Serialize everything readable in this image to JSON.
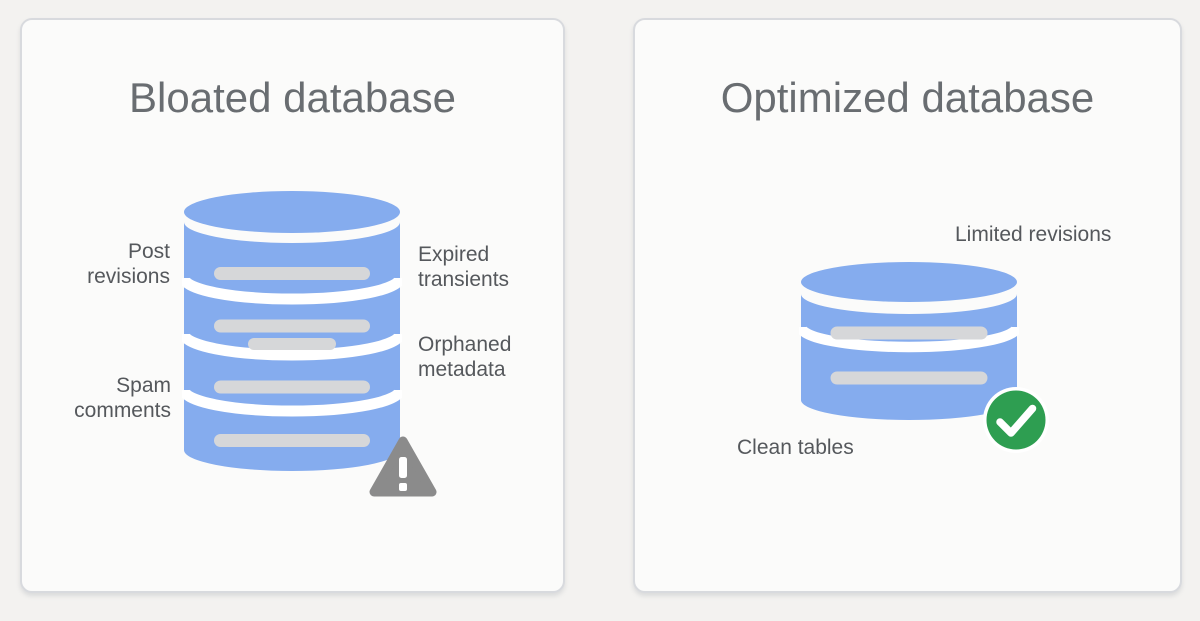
{
  "page": {
    "background": "#f3f2f0"
  },
  "colors": {
    "card_background": "#fbfbfa",
    "card_border": "#d8dade",
    "title_text": "#696d71",
    "label_text": "#55585c",
    "database_blue": "#85acee",
    "data_row_gray": "#d6d7d9",
    "warning_gray": "#8b8b8b",
    "check_green": "#2e9e51",
    "icon_white": "#ffffff"
  },
  "left_card": {
    "title": "Bloated database",
    "status_icon": "warning-triangle",
    "labels": {
      "post_revisions": {
        "line1": "Post",
        "line2": "revisions"
      },
      "expired_transients": {
        "line1": "Expired",
        "line2": "transients"
      },
      "spam_comments": {
        "line1": "Spam",
        "line2": "comments"
      },
      "orphaned_metadata": {
        "line1": "Orphaned",
        "line2": "metadata"
      }
    }
  },
  "right_card": {
    "title": "Optimized database",
    "status_icon": "check-circle",
    "labels": {
      "limited_revisions": "Limited revisions",
      "clean_tables": "Clean tables"
    }
  }
}
